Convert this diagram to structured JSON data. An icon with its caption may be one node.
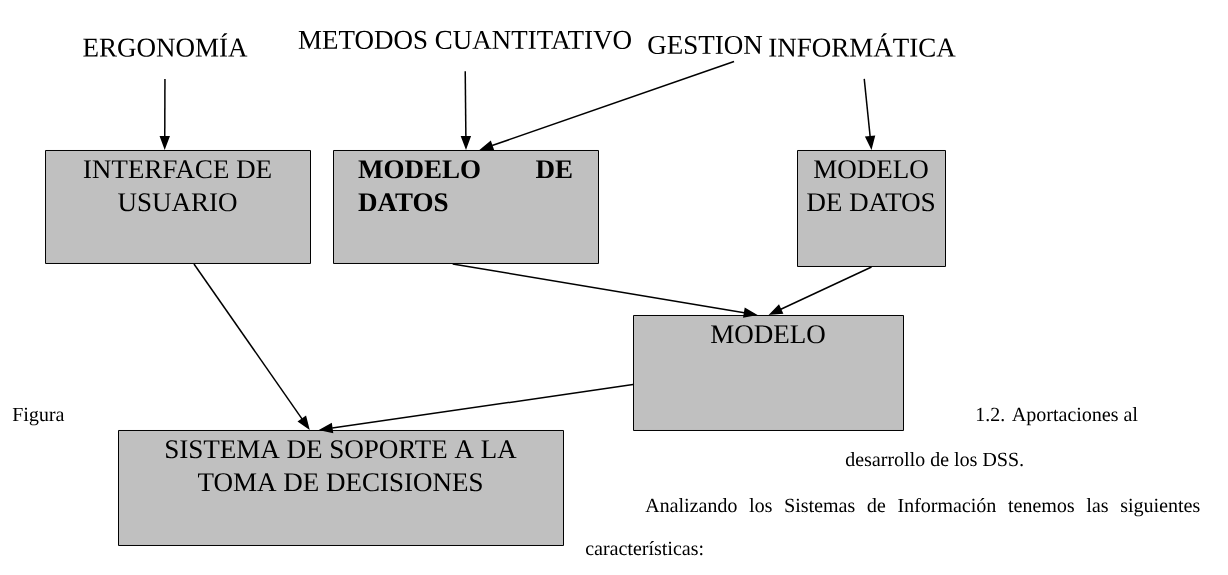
{
  "diagram": {
    "nodes": [
      {
        "text": [
          "ERGONOMÍA"
        ]
      },
      {
        "text": [
          "METODOS CUANTITATIVO"
        ]
      },
      {
        "text": [
          "GESTION"
        ]
      },
      {
        "text": [
          "INFORMÁTICA"
        ]
      },
      {
        "text": [
          "INTERFACE DE USUARIO"
        ]
      },
      {
        "text": [
          "**MODELO DE DATOS**"
        ]
      },
      {
        "text": [
          "MODELO DE DATOS"
        ]
      },
      {
        "text": [
          "MODELO"
        ]
      },
      {
        "text": [
          "SISTEMA DE SOPORTE A LA TOMA DE DECISIONES"
        ]
      }
    ],
    "edges": [
      {
        "from": 0,
        "to": 4,
        "arrow": "to"
      },
      {
        "from": 1,
        "to": 5,
        "arrow": "to"
      },
      {
        "from": 2,
        "to": 5,
        "arrow": "to"
      },
      {
        "from": 3,
        "to": 6,
        "arrow": "to"
      },
      {
        "from": 5,
        "to": 7,
        "arrow": "to"
      },
      {
        "from": 6,
        "to": 7,
        "arrow": "to"
      },
      {
        "from": 4,
        "to": 8,
        "arrow": "to"
      },
      {
        "from": 7,
        "to": 8,
        "arrow": "to"
      }
    ],
    "labels": [
      "Figura",
      "1.2. Aportaciones al",
      "desarrollo de los DSS.",
      "Analizando los Sistemas de Información tenemos las siguientes características:"
    ]
  }
}
